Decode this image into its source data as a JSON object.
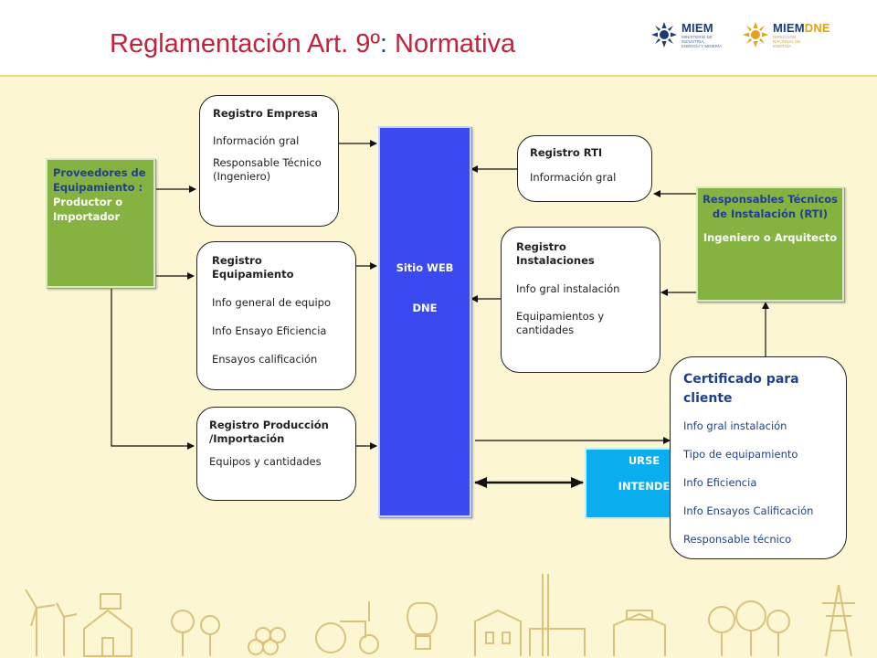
{
  "header": {
    "title_main": "Reglamentación Art. 9º",
    "title_colon": ":",
    "title_rest": " Normativa",
    "logo_miem": {
      "name": "MIEM",
      "sub": "MINISTERIO DE INDUSTRIA, ENERGÍA Y MINERÍA",
      "color": "#1c3a73"
    },
    "logo_miemdne": {
      "name_a": "MIEM",
      "name_b": "DNE",
      "sub": "DIRECCIÓN NACIONAL DE ENERGÍA",
      "accent": "#e3a21a"
    }
  },
  "proveedores": {
    "lines": [
      "Proveedores de",
      "Equipamiento :",
      "Productor o",
      "Importador"
    ]
  },
  "registro_empresa": {
    "title": "Registro Empresa",
    "items": [
      "Información gral",
      "Responsable Técnico (Ingeniero)"
    ]
  },
  "registro_equipamiento": {
    "title": "Registro Equipamiento",
    "items": [
      "Info general de equipo",
      "Info Ensayo Eficiencia",
      "Ensayos calificación"
    ]
  },
  "registro_produccion": {
    "title": "Registro Producción /Importación",
    "items": [
      "Equipos y cantidades"
    ]
  },
  "sitio_web": {
    "line1": "Sitio WEB",
    "line2": "DNE"
  },
  "registro_rti": {
    "title": "Registro RTI",
    "items": [
      "Información gral"
    ]
  },
  "registro_instalaciones": {
    "title": "Registro Instalaciones",
    "items": [
      "Info gral instalación",
      "Equipamientos y cantidades"
    ]
  },
  "responsables": {
    "title": "Responsables Técnicos de Instalación (RTI)",
    "subtitle": "Ingeniero o Arquitecto"
  },
  "ursea": {
    "line1": "URSE",
    "line2": "INTENDE"
  },
  "certificado": {
    "title": "Certificado para cliente",
    "items": [
      "Info gral instalación",
      "Tipo de equipamiento",
      "Info Eficiencia",
      "Info  Ensayos Calificación",
      "Responsable técnico"
    ]
  },
  "colors": {
    "title_red": "#c4213a",
    "title_blue": "#1f3f8f",
    "green": "#86b241",
    "blue_site": "#3a49f0",
    "cyan": "#0aaeee",
    "navy_text": "#1f3f8f",
    "background": "#fdf6d2"
  }
}
